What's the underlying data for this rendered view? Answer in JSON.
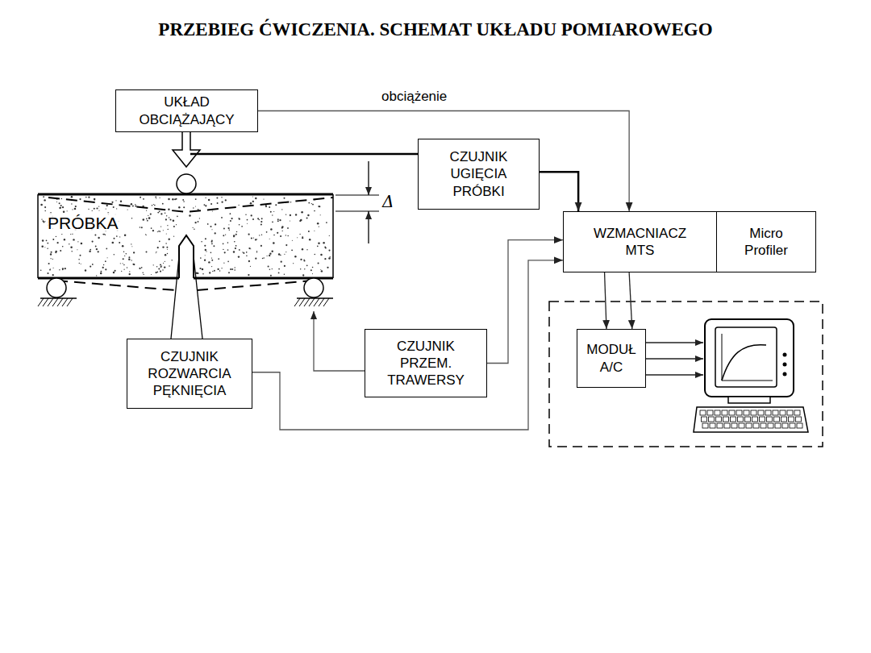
{
  "diagram": {
    "title": "PRZEBIEG ĆWICZENIA.  SCHEMAT UKŁADU POMIAROWEGO",
    "nodes": [
      {
        "text": [
          "UKŁAD OBCIĄŻAJĄCY"
        ]
      },
      {
        "text": [
          "CZUJNIK UGIĘCIA PRÓBKI"
        ]
      },
      {
        "text": [
          "PRÓBKA"
        ]
      },
      {
        "text": [
          "WZMACNIACZ MTS"
        ]
      },
      {
        "text": [
          "Micro Profiler"
        ]
      },
      {
        "text": [
          "CZUJNIK PRZEM. TRAWERSY"
        ]
      },
      {
        "text": [
          "MODUŁ A/C"
        ]
      },
      {
        "text": [
          "CZUJNIK ROZWARCIA PĘKNIĘCIA"
        ]
      }
    ],
    "edges": [
      {
        "from": 0,
        "to": 3,
        "arrow": "to",
        "label": "obciążenie"
      },
      {
        "from": 1,
        "to": 3,
        "arrow": "to"
      },
      {
        "from": 5,
        "to": 3,
        "arrow": "to"
      },
      {
        "from": 7,
        "to": 3,
        "arrow": "to"
      },
      {
        "from": 3,
        "to": 6,
        "arrow": "to"
      },
      {
        "from": 3,
        "to": 6,
        "arrow": "to"
      }
    ],
    "labels": [
      "Δ"
    ]
  }
}
